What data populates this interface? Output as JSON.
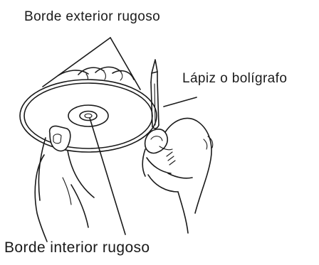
{
  "labels": {
    "outer_edge": "Borde exterior rugoso",
    "pencil": "Lápiz o bolígrafo",
    "inner_edge": "Borde interior rugoso"
  }
}
